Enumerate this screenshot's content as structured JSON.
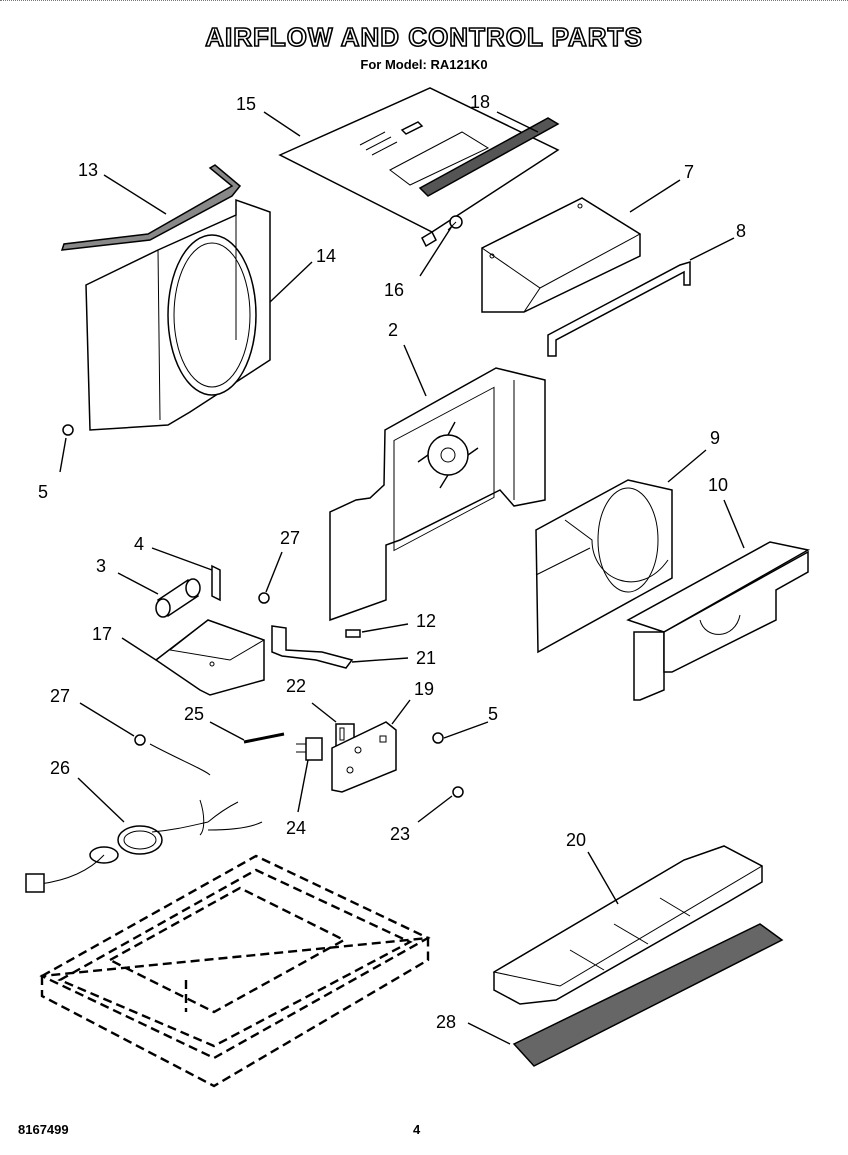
{
  "header": {
    "title": "AIRFLOW AND CONTROL PARTS",
    "subtitle": "For Model: RA121K0"
  },
  "footer": {
    "doc_number": "8167499",
    "page_number": "4"
  },
  "callouts": [
    "15",
    "18",
    "13",
    "7",
    "14",
    "8",
    "16",
    "2",
    "5",
    "9",
    "10",
    "4",
    "27",
    "3",
    "12",
    "17",
    "21",
    "22",
    "19",
    "27",
    "25",
    "5",
    "26",
    "24",
    "23",
    "20",
    "28"
  ]
}
